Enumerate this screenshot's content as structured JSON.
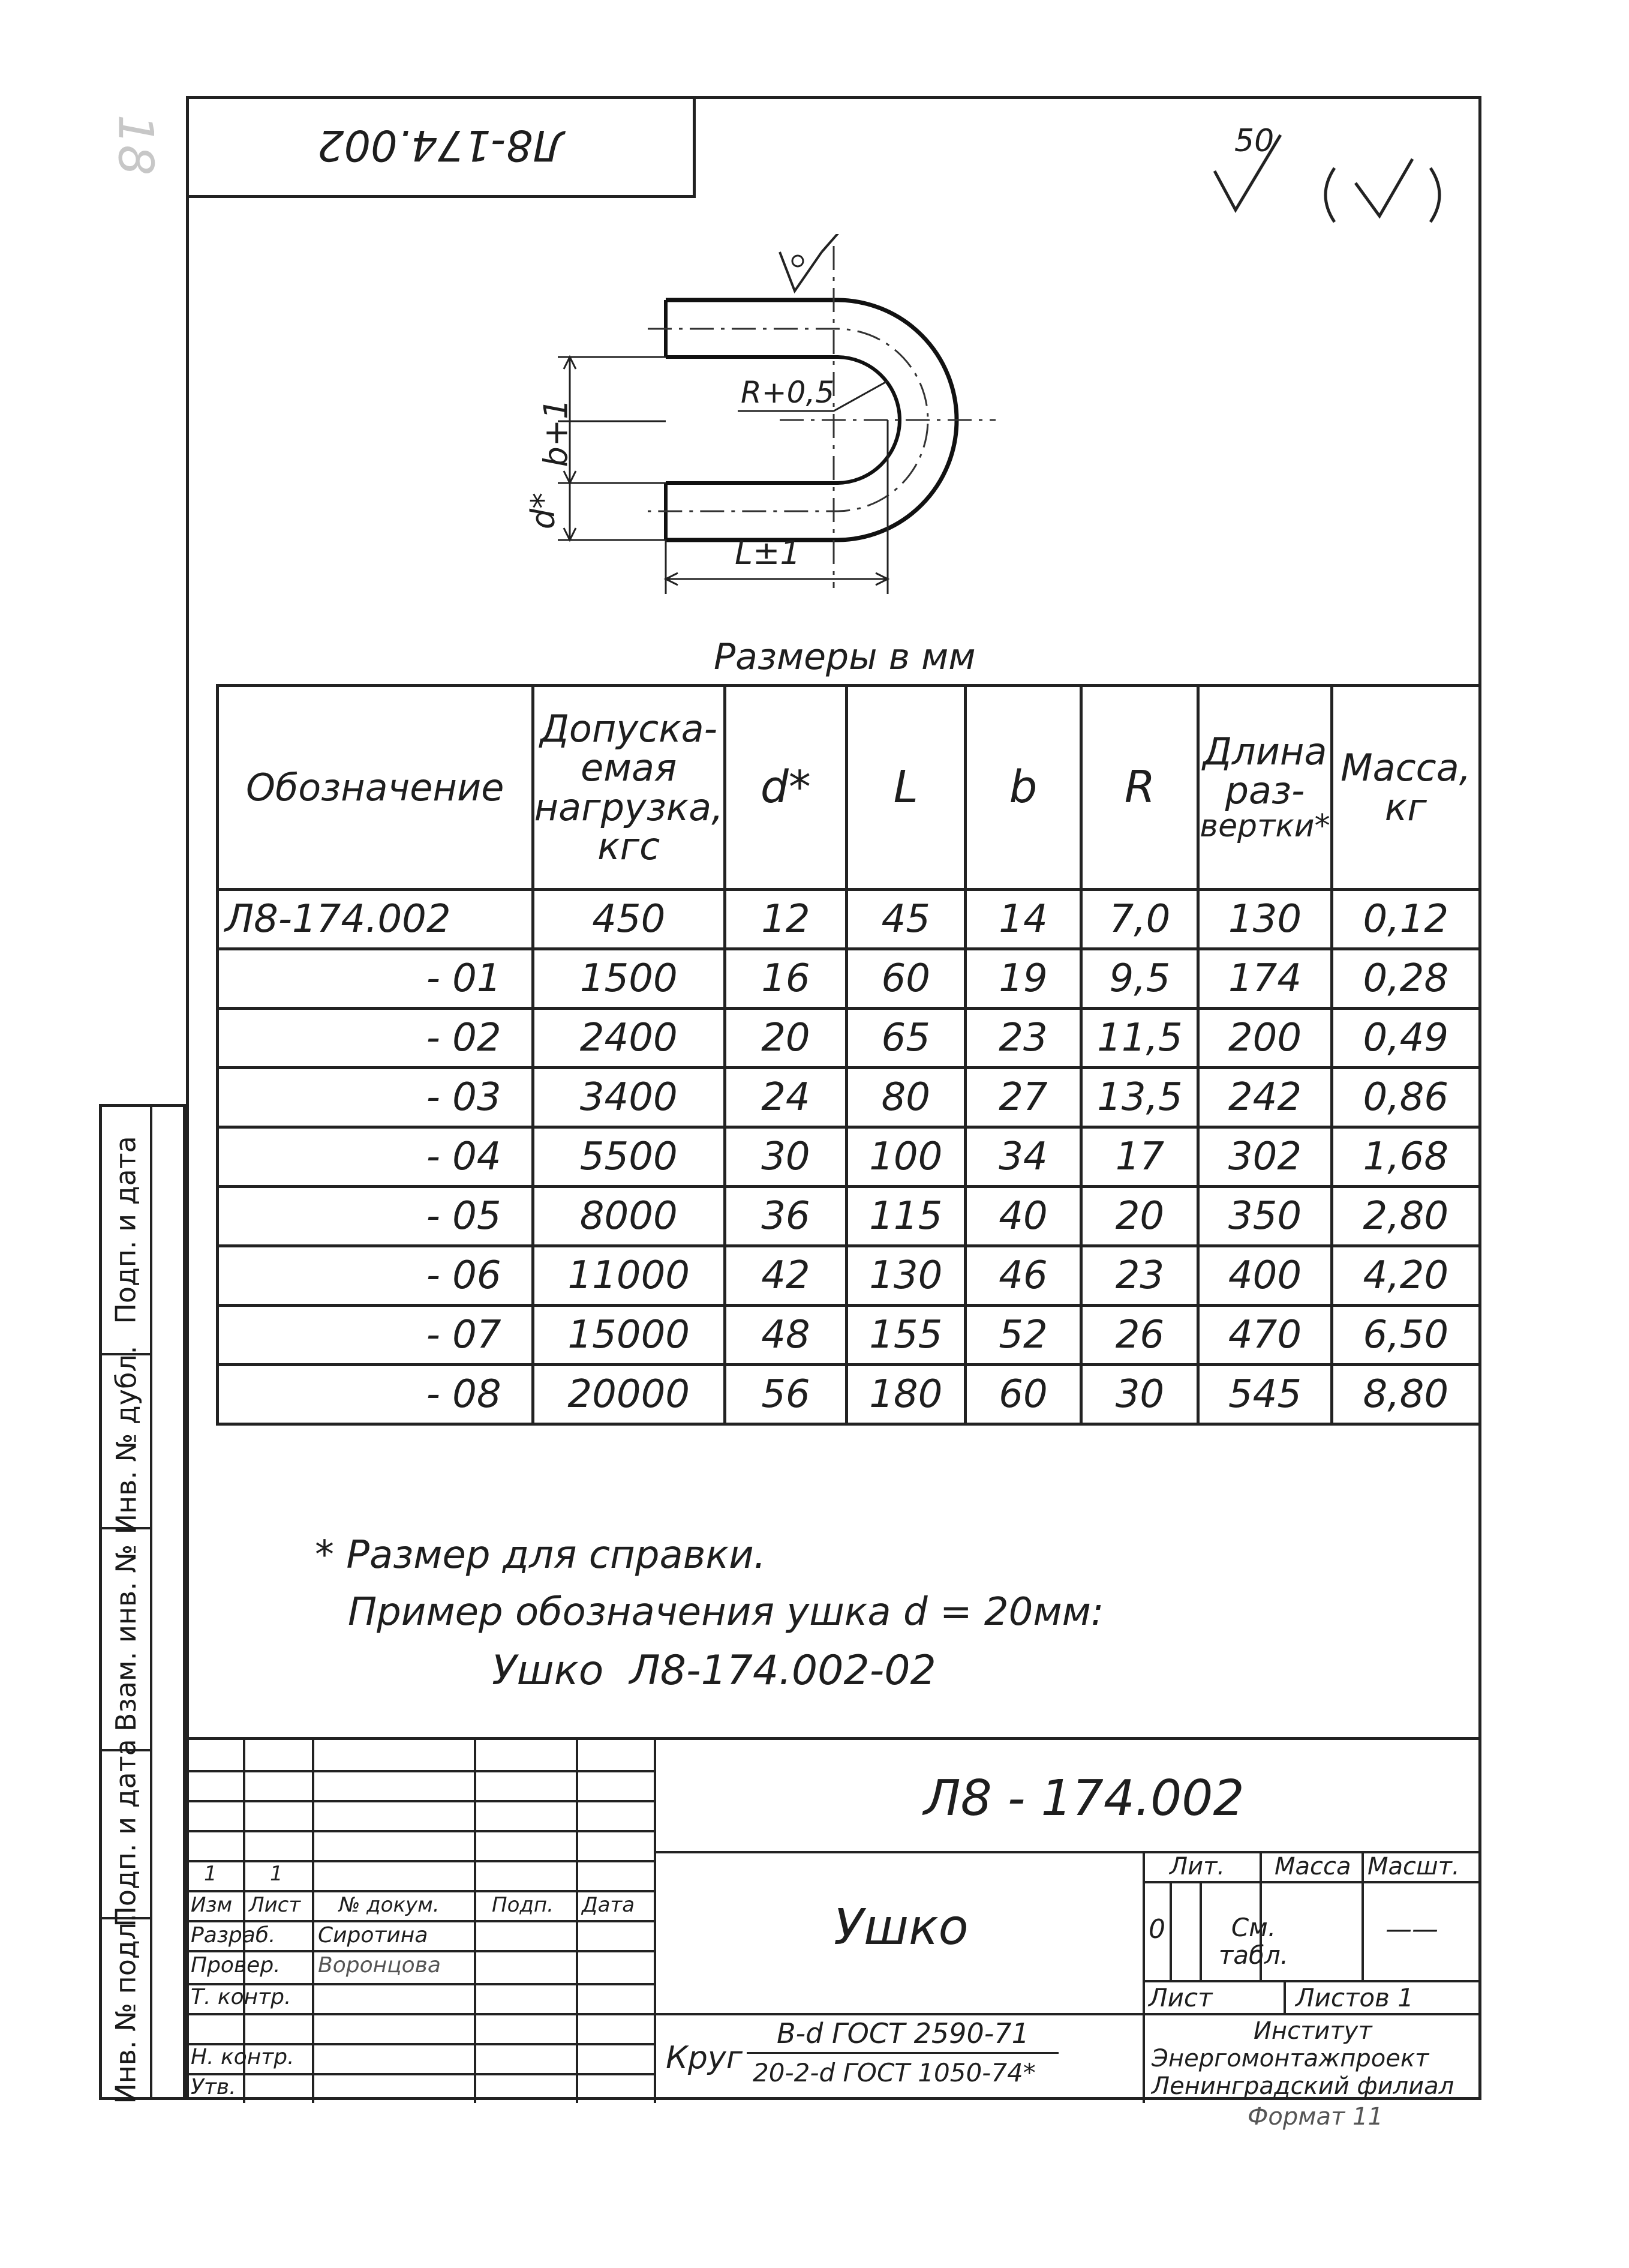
{
  "corner_stamp": "Л8-174.002",
  "sheet_mark_top_left": "18",
  "roughness": {
    "value": "50",
    "symbol": "(√)"
  },
  "drawing": {
    "dim_b": "b+1",
    "dim_d": "d*",
    "dim_R": "R+0,5",
    "dim_L": "L±1"
  },
  "units_caption": "Размеры в мм",
  "table": {
    "headers": {
      "designation": "Обозначение",
      "load": [
        "Допуска-",
        "емая",
        "нагрузка,",
        "кгс"
      ],
      "d": "d*",
      "L": "L",
      "b": "b",
      "R": "R",
      "length": [
        "Длина",
        "раз-",
        "вертки*"
      ],
      "mass": [
        "Масса,",
        "кг"
      ]
    },
    "rows": [
      {
        "des": "Л8-174.002",
        "load": "450",
        "d": "12",
        "L": "45",
        "b": "14",
        "R": "7,0",
        "len": "130",
        "mass": "0,12"
      },
      {
        "des": "- 01",
        "load": "1500",
        "d": "16",
        "L": "60",
        "b": "19",
        "R": "9,5",
        "len": "174",
        "mass": "0,28"
      },
      {
        "des": "- 02",
        "load": "2400",
        "d": "20",
        "L": "65",
        "b": "23",
        "R": "11,5",
        "len": "200",
        "mass": "0,49"
      },
      {
        "des": "- 03",
        "load": "3400",
        "d": "24",
        "L": "80",
        "b": "27",
        "R": "13,5",
        "len": "242",
        "mass": "0,86"
      },
      {
        "des": "- 04",
        "load": "5500",
        "d": "30",
        "L": "100",
        "b": "34",
        "R": "17",
        "len": "302",
        "mass": "1,68"
      },
      {
        "des": "- 05",
        "load": "8000",
        "d": "36",
        "L": "115",
        "b": "40",
        "R": "20",
        "len": "350",
        "mass": "2,80"
      },
      {
        "des": "- 06",
        "load": "11000",
        "d": "42",
        "L": "130",
        "b": "46",
        "R": "23",
        "len": "400",
        "mass": "4,20"
      },
      {
        "des": "- 07",
        "load": "15000",
        "d": "48",
        "L": "155",
        "b": "52",
        "R": "26",
        "len": "470",
        "mass": "6,50"
      },
      {
        "des": "- 08",
        "load": "20000",
        "d": "56",
        "L": "180",
        "b": "60",
        "R": "30",
        "len": "545",
        "mass": "8,80"
      }
    ]
  },
  "notes": {
    "line1": "* Размер для справки.",
    "line2": "Пример обозначения ушка d = 20мм:",
    "line3": "Ушко  Л8-174.002-02"
  },
  "side_strip": [
    "Подп. и дата",
    "Инв. № дубл.",
    "Взам. инв. №",
    "Подп. и дата",
    "Инв. № подл."
  ],
  "title_block": {
    "doc_number": "Л8 - 174.002",
    "part_name": "Ушко",
    "rev_row": [
      "1",
      "1",
      "",
      "",
      ""
    ],
    "rev_headers": [
      "Изм",
      "Лист",
      "№ докум.",
      "Подп.",
      "Дата"
    ],
    "roles": [
      "Разраб.",
      "Провер.",
      "Т. контр.",
      "",
      "Н. контр.",
      "Утв."
    ],
    "names": [
      "Сиротина",
      "Воронцова",
      "",
      "",
      "",
      ""
    ],
    "lit_label": "Лит.",
    "mass_label": "Масса",
    "scale_label": "Масшт.",
    "lit_value": "0",
    "mass_value": "См. табл.",
    "scale_value": "——",
    "sheet_label": "Лист",
    "sheets_label": "Листов 1",
    "material_prefix": "Круг",
    "material_top": "В-d ГОСТ 2590-71",
    "material_bottom": "20-2-d ГОСТ 1050-74*",
    "org_line1": "Институт",
    "org_line2": "Энергомонтажпроект",
    "org_line3": "Ленинградский филиал",
    "format": "Формат 11"
  }
}
